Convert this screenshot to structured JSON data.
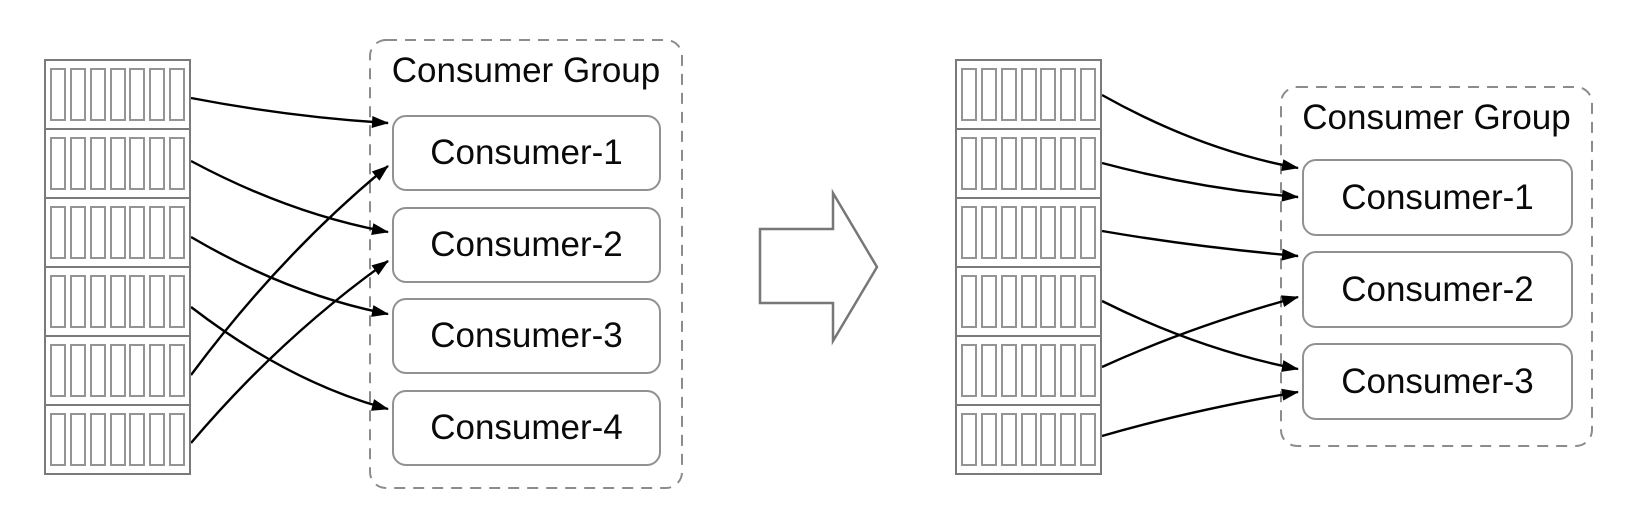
{
  "left_panel": {
    "topic_stack": {
      "partition_count": 6,
      "segments_per_partition": 7
    },
    "consumer_group": {
      "title": "Consumer Group",
      "consumers": [
        "Consumer-1",
        "Consumer-2",
        "Consumer-3",
        "Consumer-4"
      ]
    },
    "assignments": [
      {
        "partition": 1,
        "consumer": "Consumer-1"
      },
      {
        "partition": 2,
        "consumer": "Consumer-2"
      },
      {
        "partition": 3,
        "consumer": "Consumer-3"
      },
      {
        "partition": 4,
        "consumer": "Consumer-4"
      },
      {
        "partition": 5,
        "consumer": "Consumer-1"
      },
      {
        "partition": 6,
        "consumer": "Consumer-2"
      }
    ]
  },
  "right_panel": {
    "topic_stack": {
      "partition_count": 6,
      "segments_per_partition": 7
    },
    "consumer_group": {
      "title": "Consumer Group",
      "consumers": [
        "Consumer-1",
        "Consumer-2",
        "Consumer-3"
      ]
    },
    "assignments": [
      {
        "partition": 1,
        "consumer": "Consumer-1"
      },
      {
        "partition": 2,
        "consumer": "Consumer-1"
      },
      {
        "partition": 3,
        "consumer": "Consumer-2"
      },
      {
        "partition": 4,
        "consumer": "Consumer-3"
      },
      {
        "partition": 5,
        "consumer": "Consumer-2"
      },
      {
        "partition": 6,
        "consumer": "Consumer-3"
      }
    ]
  },
  "transition": {
    "type": "block-arrow",
    "direction": "right"
  },
  "colors": {
    "background": "#ffffff",
    "partition_outline": "#7a7a7a",
    "segment_outline": "#949494",
    "consumer_box_border": "#919191",
    "group_dashed_border": "#8c8c8c",
    "assignment_arrow": "#000000",
    "block_arrow_outline": "#777777",
    "text": "#0a0a0a"
  }
}
